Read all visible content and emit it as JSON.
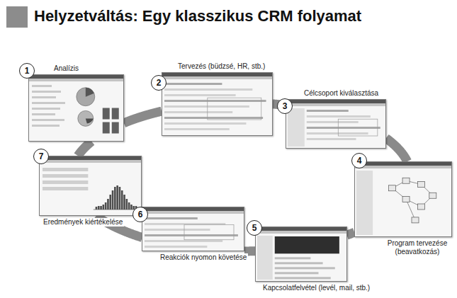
{
  "diagram": {
    "title": "Helyzetváltás: Egy klasszikus CRM folyamat",
    "nodes": [
      {
        "text": [
          "Analízis"
        ]
      },
      {
        "text": [
          "Tervezés (büdzsé, HR, stb.)"
        ]
      },
      {
        "text": [
          "Célcsoport kiválasztása"
        ]
      },
      {
        "text": [
          "Program tervezése (beavatkozás)"
        ]
      },
      {
        "text": [
          "Kapcsolatfelvétel (levél, mail, stb.)"
        ]
      },
      {
        "text": [
          "Reakciók nyomon követése"
        ]
      },
      {
        "text": [
          "Eredmények kiértékelése"
        ]
      }
    ],
    "edges": [
      {
        "from": 0,
        "to": 1,
        "arrow": "none"
      },
      {
        "from": 1,
        "to": 2,
        "arrow": "none"
      },
      {
        "from": 2,
        "to": 3,
        "arrow": "none"
      },
      {
        "from": 3,
        "to": 4,
        "arrow": "none"
      },
      {
        "from": 4,
        "to": 5,
        "arrow": "none"
      },
      {
        "from": 5,
        "to": 6,
        "arrow": "none"
      },
      {
        "from": 6,
        "to": 0,
        "arrow": "none"
      }
    ],
    "labels": [
      "1",
      "2",
      "3",
      "4",
      "5",
      "6",
      "7"
    ]
  }
}
